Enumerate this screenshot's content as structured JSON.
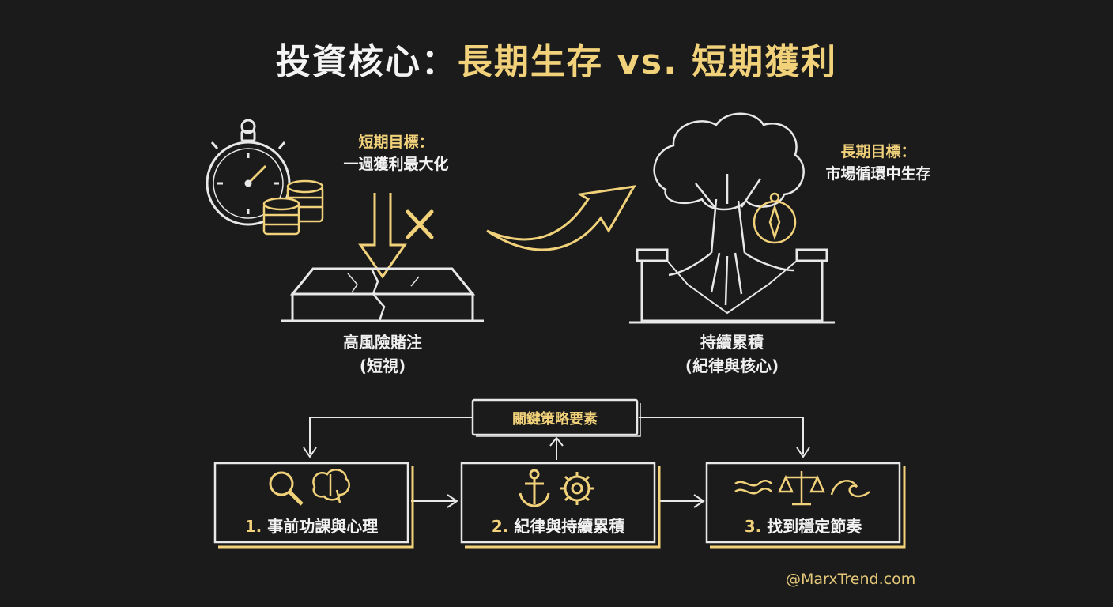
{
  "title": {
    "main": "投資核心：",
    "highlight": "長期生存 vs. 短期獲利"
  },
  "short_goal": {
    "label": "短期目標：",
    "text": "一週獲利最大化"
  },
  "long_goal": {
    "label": "長期目標：",
    "text": "市場循環中生存"
  },
  "left_caption": {
    "line1": "高風險賭注",
    "line2": "(短視)"
  },
  "right_caption": {
    "line1": "持續累積",
    "line2": "(紀律與核心)"
  },
  "key_box": {
    "label": "關鍵策略要素"
  },
  "steps": [
    {
      "num": "1.",
      "label": "事前功課與心理",
      "icons": [
        "magnifier-icon",
        "brain-icon"
      ]
    },
    {
      "num": "2.",
      "label": "紀律與持續累積",
      "icons": [
        "anchor-icon",
        "gear-icon"
      ]
    },
    {
      "num": "3.",
      "label": "找到穩定節奏",
      "icons": [
        "wave-icon",
        "scale-icon",
        "wave-icon"
      ]
    }
  ],
  "credit": "@MarxTrend.com",
  "colors": {
    "accent": "#f1d27a",
    "background": "#1b1b1b",
    "line": "#e8e8e8"
  }
}
